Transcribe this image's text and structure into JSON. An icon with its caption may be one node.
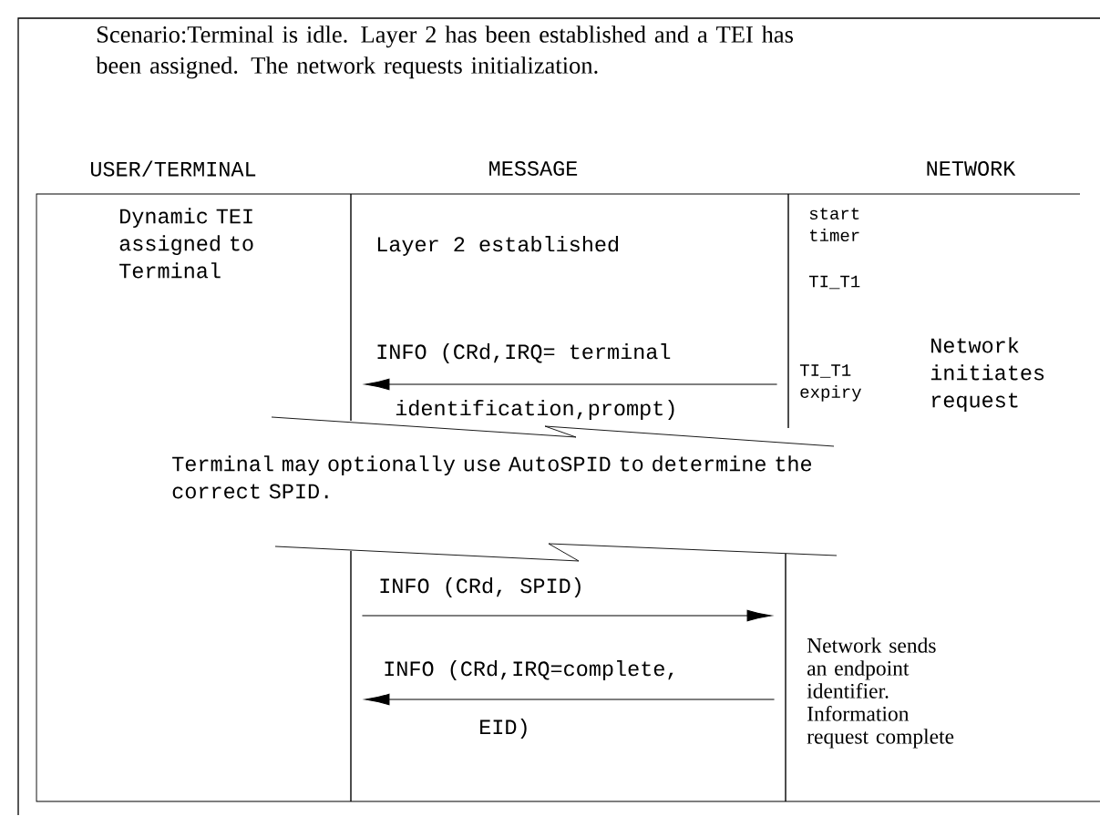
{
  "diagram": {
    "nodes": [
      {
        "text": [],
        "shape": "bar"
      },
      {
        "text": [],
        "shape": "bar"
      },
      {
        "text": [],
        "shape": "bar"
      },
      {
        "text": [],
        "shape": "bar"
      }
    ],
    "edges": [
      {
        "from": 1,
        "to": 0,
        "arrow": "to"
      },
      {
        "from": 2,
        "to": 3,
        "arrow": "to"
      },
      {
        "from": 3,
        "to": 2,
        "arrow": "to"
      }
    ],
    "labels": [
      "Scenario:Terminal is idle. Layer 2 has been established and a TEI has been assigned. The network requests initialization.",
      "USER/TERMINAL",
      "MESSAGE",
      "NETWORK",
      "Dynamic TEI assigned to Terminal",
      "Layer 2 established",
      "start timer",
      "TI_T1",
      "INFO (CRd,IRQ= terminal",
      "identification,prompt)",
      "TI_T1 expiry",
      "Network initiates request",
      "Terminal may optionally use AutoSPID to determine the correct SPID.",
      "INFO (CRd, SPID)",
      "INFO (CRd,IRQ=complete,",
      "EID)",
      "Network sends an endpoint identifier. Information request complete"
    ]
  }
}
